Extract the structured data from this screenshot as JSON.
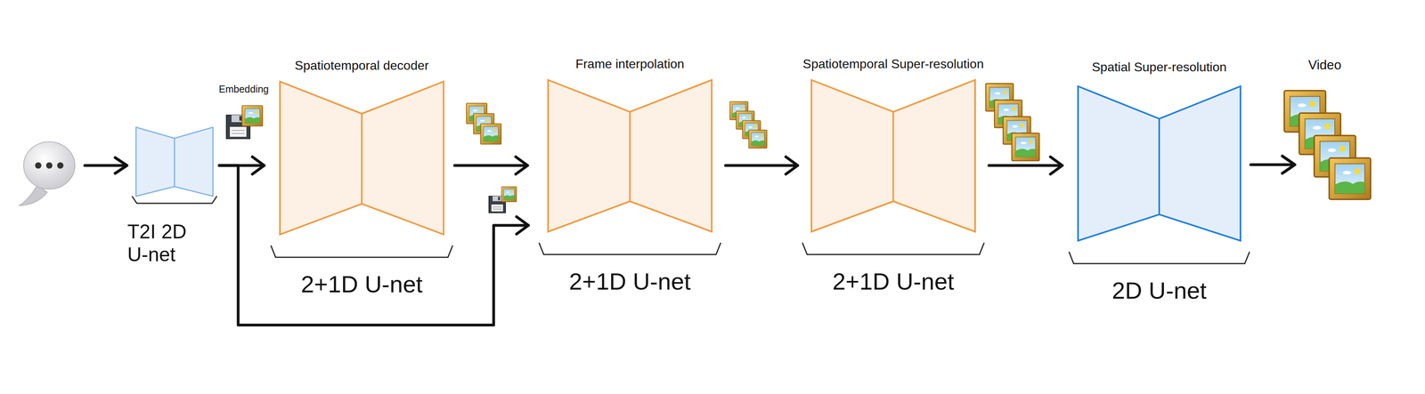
{
  "diagram": {
    "nodes": [
      {
        "text": [
          "T2I 2D U-net"
        ]
      },
      {
        "text": [
          "Spatiotemporal decoder",
          "2+1D U-net"
        ]
      },
      {
        "text": [
          "Frame interpolation",
          "2+1D U-net"
        ]
      },
      {
        "text": [
          "Spatiotemporal Super-resolution",
          "2+1D U-net"
        ]
      },
      {
        "text": [
          "Spatial Super-resolution",
          "2D U-net"
        ]
      }
    ],
    "edges": [
      {
        "from": 0,
        "to": 1,
        "arrow": "to"
      },
      {
        "from": 0,
        "to": 2,
        "arrow": "to"
      },
      {
        "from": 1,
        "to": 2,
        "arrow": "to"
      },
      {
        "from": 2,
        "to": 3,
        "arrow": "to"
      },
      {
        "from": 3,
        "to": 4,
        "arrow": "to"
      }
    ],
    "labels": [
      "Embedding",
      "Video"
    ]
  }
}
